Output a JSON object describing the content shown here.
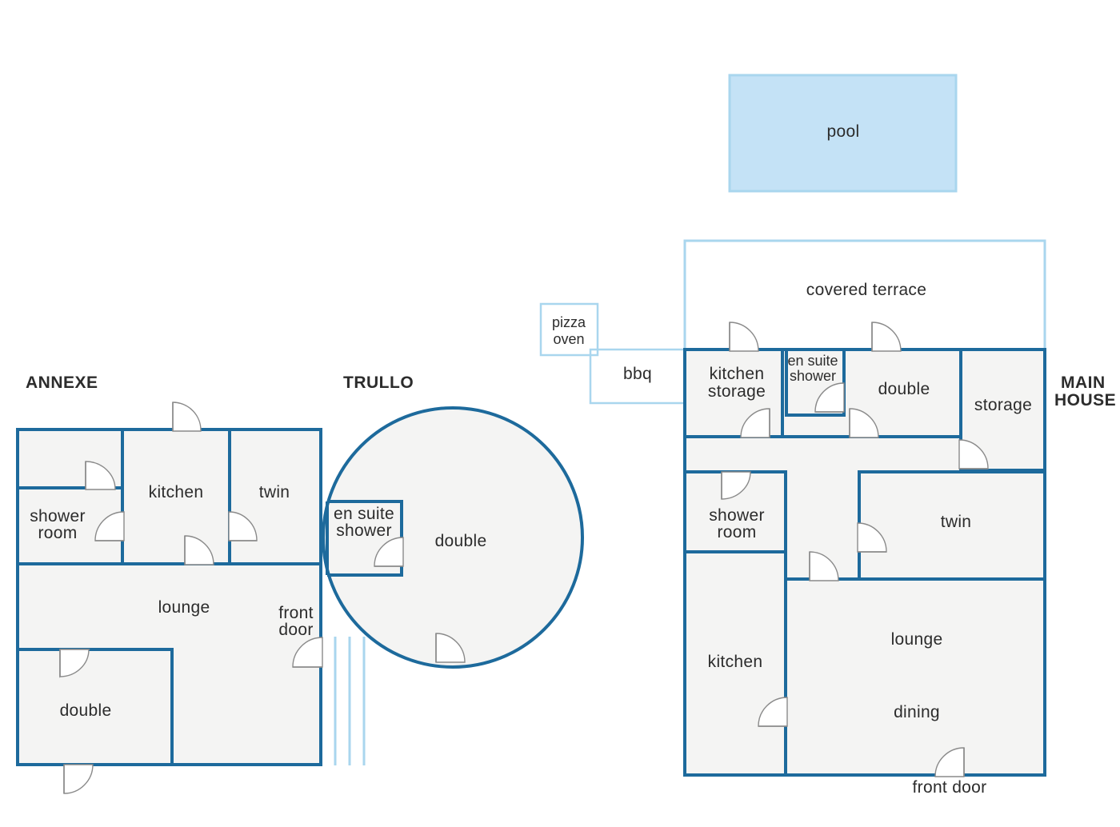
{
  "titles": {
    "annexe": "ANNEXE",
    "trullo": "TRULLO",
    "main_house": [
      "MAIN",
      "HOUSE"
    ]
  },
  "colors": {
    "wall": "#1d6a9c",
    "outdoor_outline": "#a9d6ee",
    "pool_fill": "#c4e2f6",
    "room_fill": "#f4f4f3"
  },
  "outdoor": {
    "pool": "pool",
    "covered_terrace": "covered terrace",
    "pizza_oven": [
      "pizza",
      "oven"
    ],
    "bbq": "bbq"
  },
  "annexe": {
    "kitchen": "kitchen",
    "twin": "twin",
    "shower_room": [
      "shower",
      "room"
    ],
    "lounge": "lounge",
    "double": "double",
    "front_door": [
      "front",
      "door"
    ]
  },
  "trullo": {
    "en_suite_shower": [
      "en suite",
      "shower"
    ],
    "double": "double"
  },
  "main_house": {
    "kitchen_storage": [
      "kitchen",
      "storage"
    ],
    "en_suite_shower": [
      "en suite",
      "shower"
    ],
    "double": "double",
    "storage": "storage",
    "shower_room": [
      "shower",
      "room"
    ],
    "twin": "twin",
    "kitchen": "kitchen",
    "lounge": "lounge",
    "dining": "dining",
    "front_door": "front door"
  }
}
